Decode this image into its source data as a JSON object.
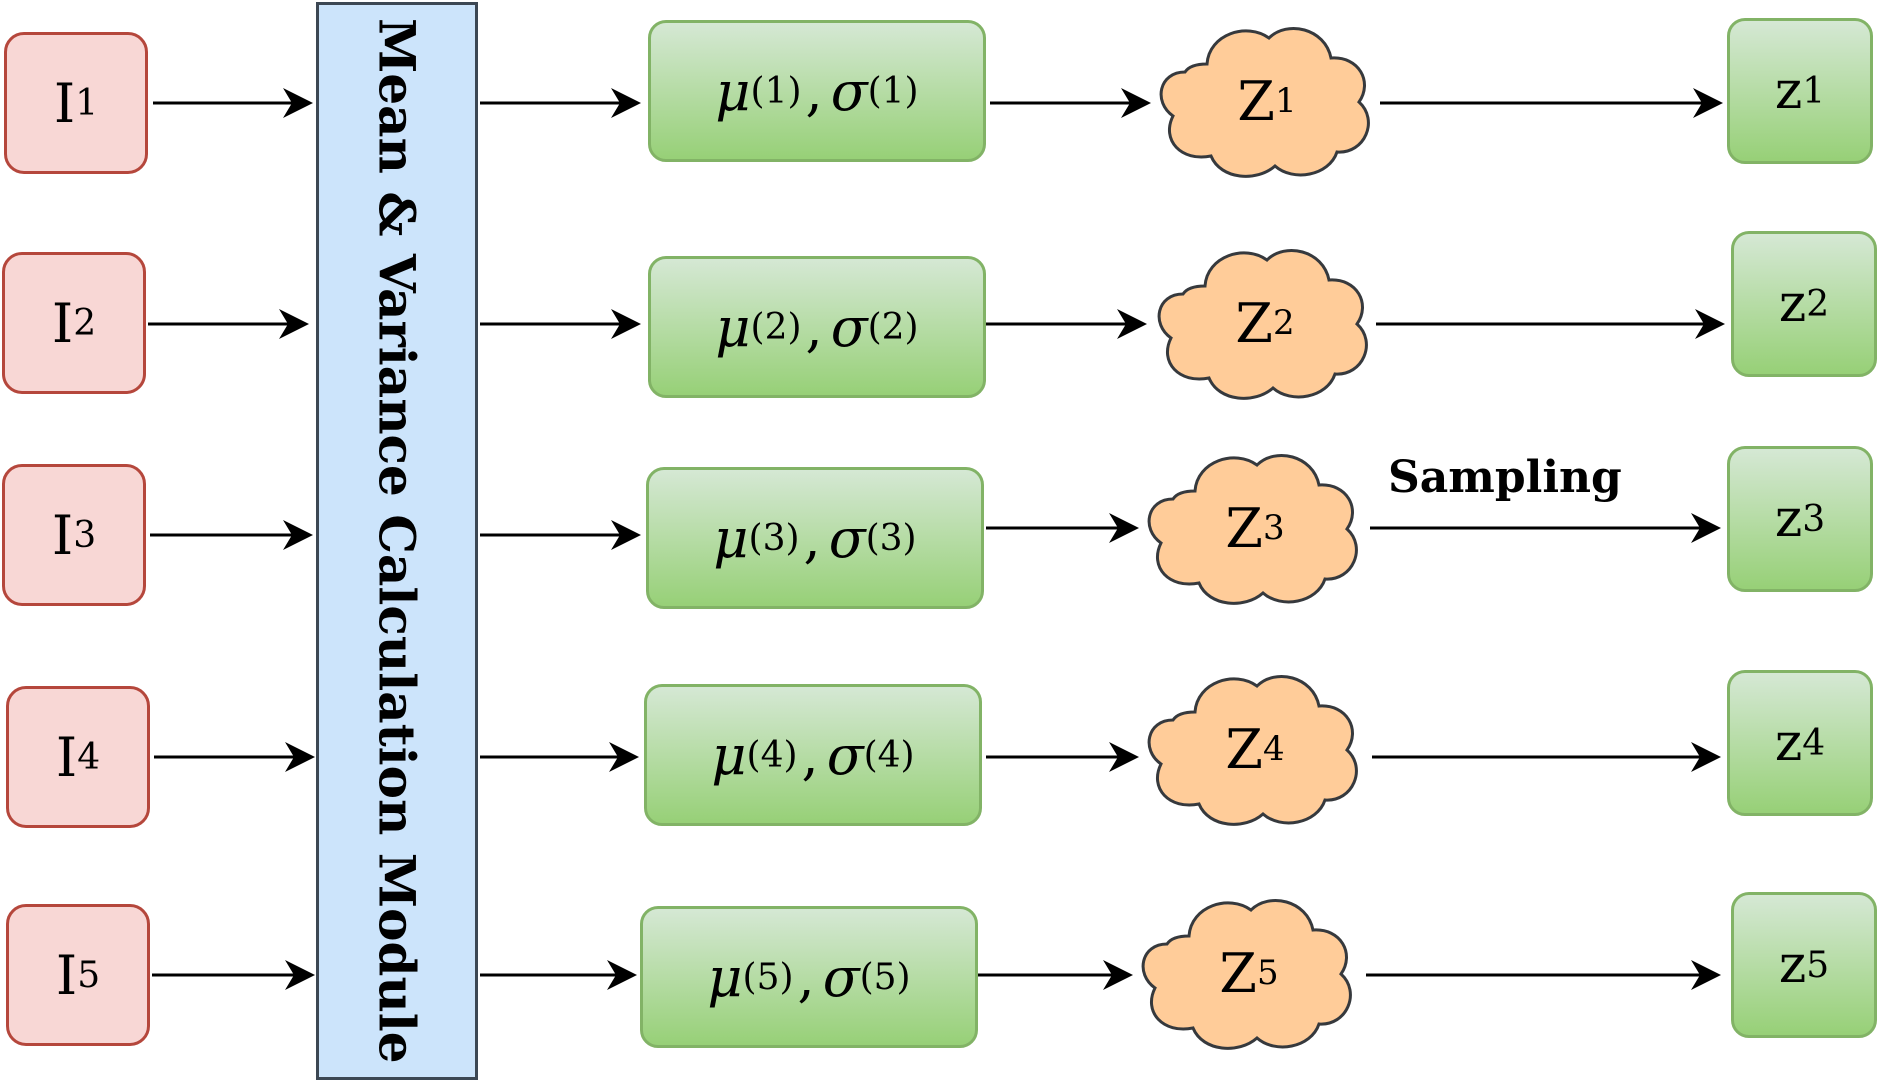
{
  "module": {
    "label": "Mean & Variance Calculation Module"
  },
  "rows": [
    {
      "input": {
        "base": "I",
        "sub": "1"
      },
      "param": {
        "mu": "μ",
        "sigma": "σ",
        "index": "(1)",
        "sep": ","
      },
      "latent": {
        "base": "Z",
        "sup": "1"
      },
      "output": {
        "base": "z",
        "sub": "1"
      }
    },
    {
      "input": {
        "base": "I",
        "sub": "2"
      },
      "param": {
        "mu": "μ",
        "sigma": "σ",
        "index": "(2)",
        "sep": ","
      },
      "latent": {
        "base": "Z",
        "sup": "2"
      },
      "output": {
        "base": "z",
        "sub": "2"
      }
    },
    {
      "input": {
        "base": "I",
        "sub": "3"
      },
      "param": {
        "mu": "μ",
        "sigma": "σ",
        "index": "(3)",
        "sep": ","
      },
      "latent": {
        "base": "Z",
        "sup": "3"
      },
      "output": {
        "base": "z",
        "sub": "3"
      }
    },
    {
      "input": {
        "base": "I",
        "sub": "4"
      },
      "param": {
        "mu": "μ",
        "sigma": "σ",
        "index": "(4)",
        "sep": ","
      },
      "latent": {
        "base": "Z",
        "sup": "4"
      },
      "output": {
        "base": "z",
        "sub": "4"
      }
    },
    {
      "input": {
        "base": "I",
        "sub": "5"
      },
      "param": {
        "mu": "μ",
        "sigma": "σ",
        "index": "(5)",
        "sep": ","
      },
      "latent": {
        "base": "Z",
        "sup": "5"
      },
      "output": {
        "base": "z",
        "sub": "5"
      }
    }
  ],
  "sampling_label": "Sampling",
  "colors": {
    "input_fill": "#f8d7d5",
    "input_stroke": "#b5473c",
    "module_fill": "#cce4fb",
    "module_stroke": "#3c4753",
    "green_fill_top": "#d5e8d4",
    "green_fill_bottom": "#97d077",
    "green_stroke": "#82b366",
    "cloud_fill": "#ffcc99",
    "cloud_stroke": "#36393d",
    "arrow": "#000000"
  }
}
